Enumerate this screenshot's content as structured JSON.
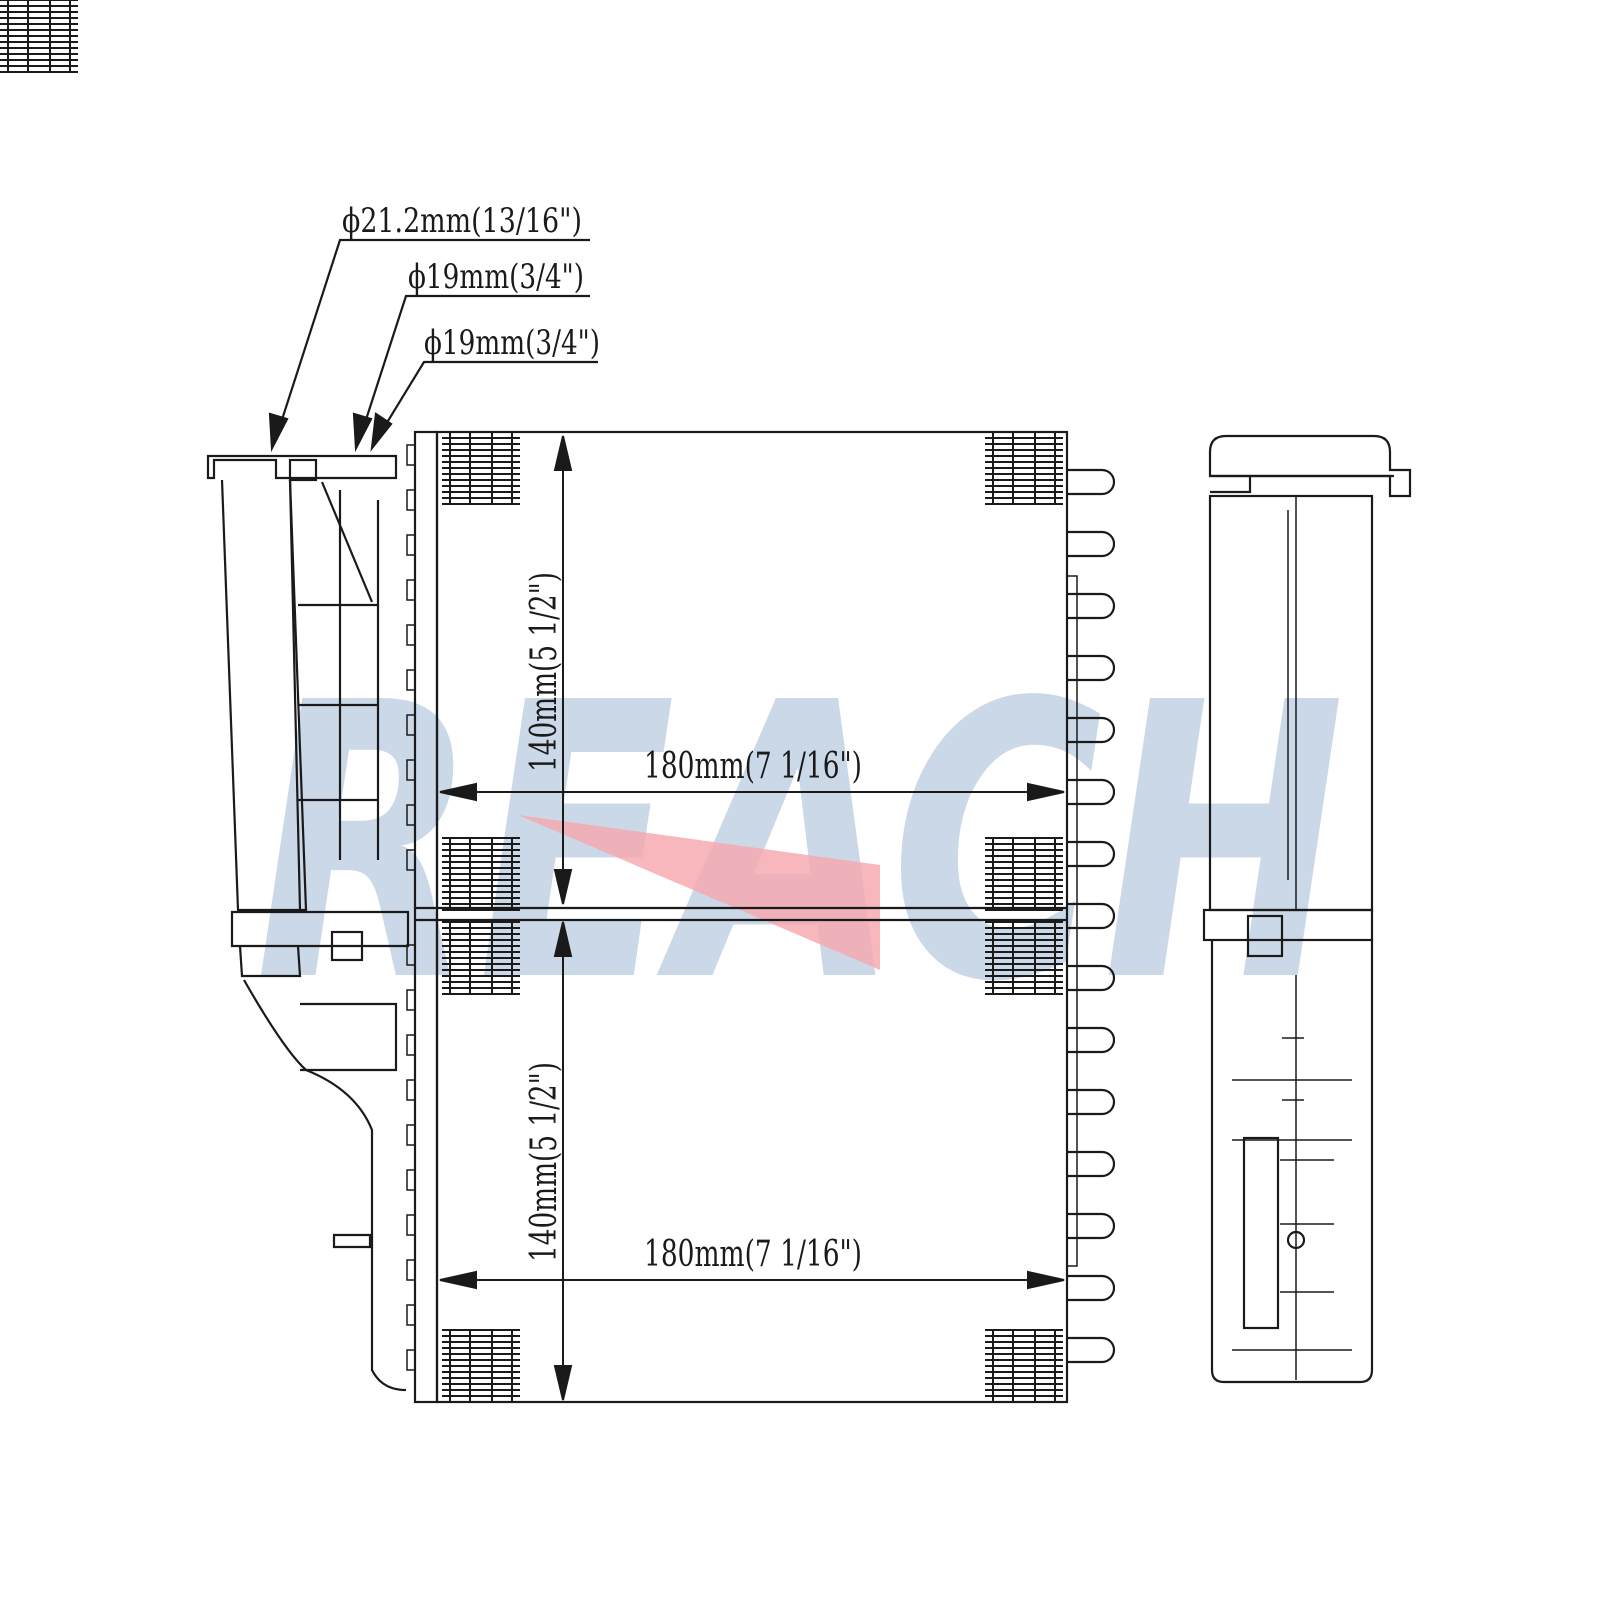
{
  "callouts": {
    "c1": "ϕ21.2mm(13/16\")",
    "c2": "ϕ19mm(3/4\")",
    "c3": "ϕ19mm(3/4\")"
  },
  "dimensions": {
    "height_upper": "140mm(5 1/2\")",
    "height_lower": "140mm(5 1/2\")",
    "width_upper": "180mm(7 1/16\")",
    "width_lower": "180mm(7 1/16\")"
  },
  "watermark": {
    "text": "REACH",
    "color": "#c9d6e6",
    "accent_color": "#f4a6ad"
  },
  "colors": {
    "line": "#1a1a1a",
    "background": "#ffffff"
  }
}
